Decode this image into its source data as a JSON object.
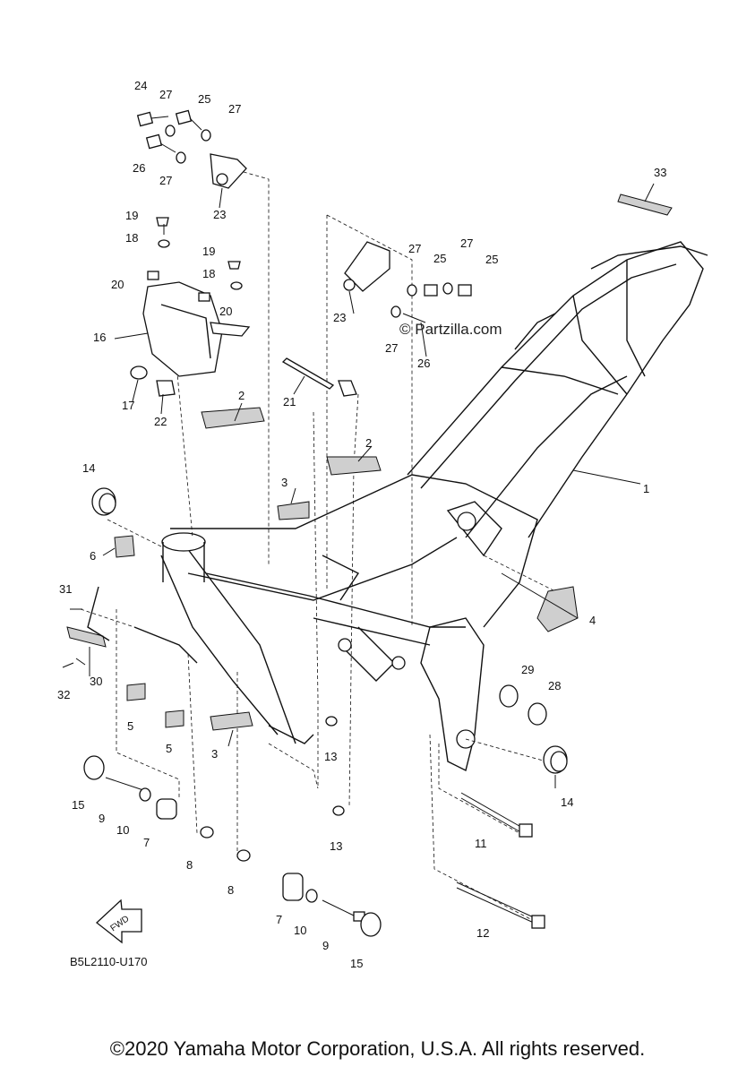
{
  "diagram": {
    "code": "B5L2110-U170",
    "watermark": "© Partzilla.com",
    "copyright": "©2020 Yamaha Motor Corporation, U.S.A. All rights reserved.",
    "fwd_label": "FWD",
    "callouts": [
      "1",
      "2",
      "2",
      "3",
      "3",
      "4",
      "5",
      "5",
      "6",
      "7",
      "7",
      "8",
      "8",
      "9",
      "9",
      "10",
      "10",
      "11",
      "12",
      "13",
      "13",
      "14",
      "14",
      "15",
      "15",
      "16",
      "17",
      "18",
      "18",
      "19",
      "19",
      "20",
      "20",
      "21",
      "22",
      "23",
      "24",
      "25",
      "25",
      "25",
      "26",
      "26",
      "27",
      "27",
      "27",
      "27",
      "27",
      "28",
      "29",
      "30",
      "31",
      "32",
      "33"
    ]
  }
}
